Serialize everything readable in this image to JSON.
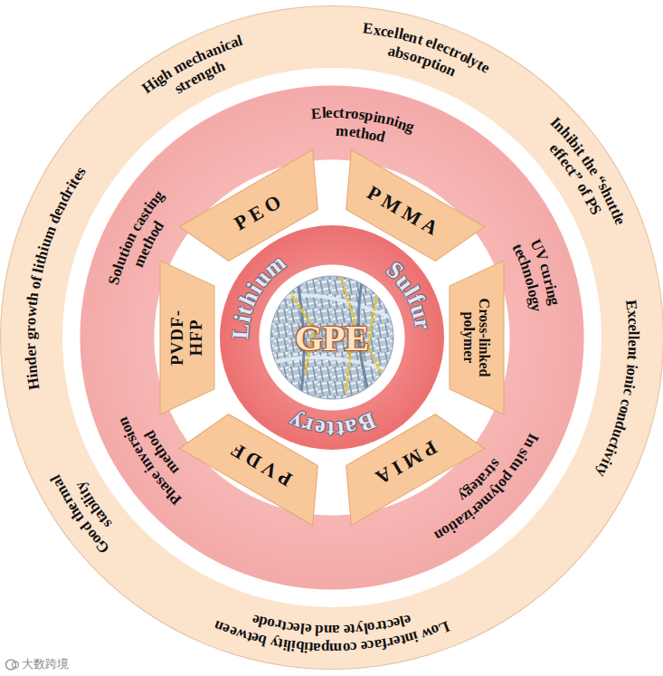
{
  "diagram": {
    "nodes": [
      {
        "text": [
          "High mechanical strength",
          "Excellent electrolyte absorption",
          "Inhibit the “shuttle effect” of PS",
          "Excellent ionic conductivity",
          "Low interface compatibility between electrolyte and electrode",
          "Good thermal stability",
          "Hinder growth of lithium dendrites"
        ]
      },
      {
        "text": [
          "Electrospinning method",
          "UV curing technology",
          "In situ polymerization strategy",
          "Phase inversion method",
          "Solution casting method"
        ],
        "in": 0
      },
      {
        "text": [
          "PEO"
        ],
        "in": 1
      },
      {
        "text": [
          "PMMA"
        ],
        "in": 1
      },
      {
        "text": [
          "Cross-linked polymer"
        ],
        "in": 1
      },
      {
        "text": [
          "PMIA"
        ],
        "in": 1
      },
      {
        "text": [
          "PVDF"
        ],
        "in": 1
      },
      {
        "text": [
          "PVDF-HFP"
        ],
        "in": 1
      },
      {
        "text": [
          "Lithium",
          "Sulfur",
          "Battery"
        ],
        "in": 1
      },
      {
        "text": [
          "GPE"
        ],
        "in": 8
      }
    ],
    "labels": [
      "大数跨境"
    ]
  }
}
